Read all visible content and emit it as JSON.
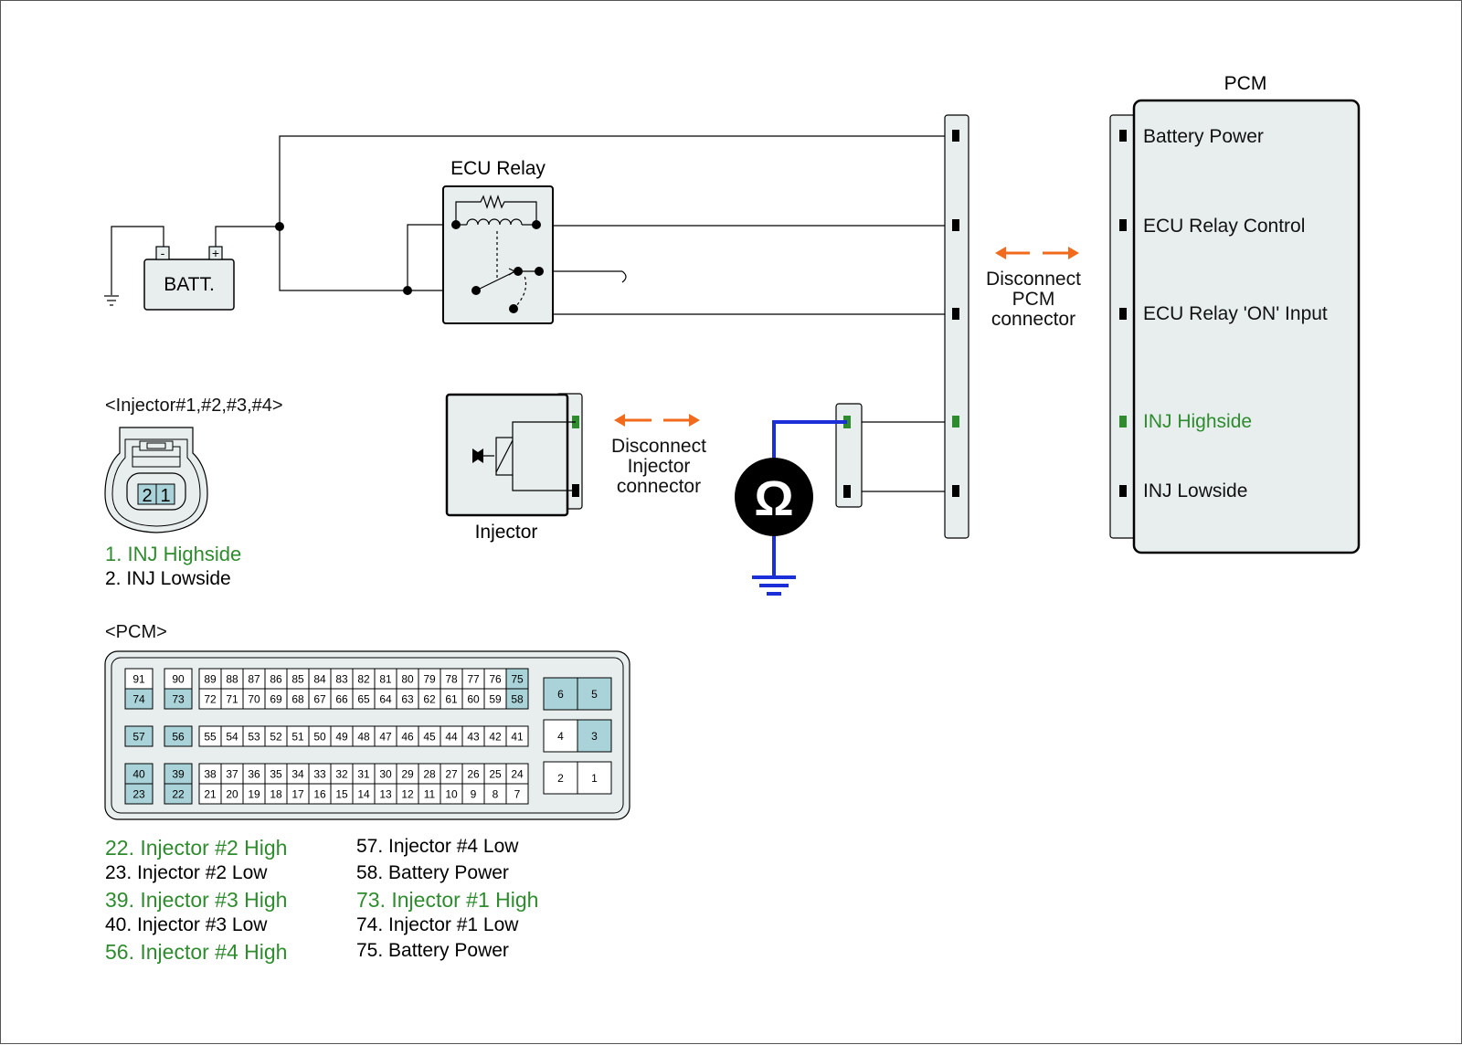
{
  "colors": {
    "wire": "#000000",
    "meter_wire": "#1a2fd8",
    "highlight": "#2e8b2e",
    "arrow": "#f26a1b",
    "box_fill": "#e8eeee",
    "pin_fill": "#a9d2d9"
  },
  "top": {
    "battery_label": "BATT.",
    "battery_minus": "-",
    "battery_plus": "+",
    "relay_title": "ECU Relay",
    "injector_label": "Injector",
    "disconnect_injector": [
      "Disconnect",
      "Injector",
      "connector"
    ],
    "disconnect_pcm": [
      "Disconnect",
      "PCM",
      "connector"
    ],
    "meter_symbol": "Ω",
    "pcm_title": "PCM",
    "pcm_pins": [
      {
        "label": "Battery Power",
        "highlight": false
      },
      {
        "label": "ECU Relay Control",
        "highlight": false
      },
      {
        "label": "ECU Relay 'ON' Input",
        "highlight": false
      },
      {
        "label": "INJ Highside",
        "highlight": true
      },
      {
        "label": "INJ Lowside",
        "highlight": false
      }
    ]
  },
  "injector_connector": {
    "title": "<Injector#1,#2,#3,#4>",
    "pins": [
      "2",
      "1"
    ],
    "legend": [
      {
        "text": "1. INJ Highside",
        "highlight": true
      },
      {
        "text": "2. INJ Lowside",
        "highlight": false
      }
    ]
  },
  "pcm_connector": {
    "title": "<PCM>",
    "left_singles": [
      {
        "top": "91",
        "bottom": "74",
        "top_hl": false,
        "bottom_hl": true
      },
      {
        "top": "90",
        "bottom": "73",
        "top_hl": false,
        "bottom_hl": true
      },
      {
        "single": "57",
        "hl": true
      },
      {
        "single": "56",
        "hl": true
      },
      {
        "top": "40",
        "bottom": "23",
        "top_hl": true,
        "bottom_hl": true
      },
      {
        "top": "39",
        "bottom": "22",
        "top_hl": true,
        "bottom_hl": true
      }
    ],
    "block1_top": [
      "89",
      "88",
      "87",
      "86",
      "85",
      "84",
      "83",
      "82",
      "81",
      "80",
      "79",
      "78",
      "77",
      "76",
      "75"
    ],
    "block1_bottom": [
      "72",
      "71",
      "70",
      "69",
      "68",
      "67",
      "66",
      "65",
      "64",
      "63",
      "62",
      "61",
      "60",
      "59",
      "58"
    ],
    "block2": [
      "55",
      "54",
      "53",
      "52",
      "51",
      "50",
      "49",
      "48",
      "47",
      "46",
      "45",
      "44",
      "43",
      "42",
      "41"
    ],
    "block3_top": [
      "38",
      "37",
      "36",
      "35",
      "34",
      "33",
      "32",
      "31",
      "30",
      "29",
      "28",
      "27",
      "26",
      "25",
      "24"
    ],
    "block3_bottom": [
      "21",
      "20",
      "19",
      "18",
      "17",
      "16",
      "15",
      "14",
      "13",
      "12",
      "11",
      "10",
      "9",
      "8",
      "7"
    ],
    "highlighted_pins": [
      "75",
      "58"
    ],
    "right_pins": [
      {
        "a": "6",
        "b": "5",
        "a_hl": true,
        "b_hl": true
      },
      {
        "a": "4",
        "b": "3",
        "a_hl": false,
        "b_hl": true
      },
      {
        "a": "2",
        "b": "1",
        "a_hl": false,
        "b_hl": false
      }
    ],
    "legend_left": [
      {
        "text": "22. Injector #2 High",
        "highlight": true
      },
      {
        "text": "23. Injector #2 Low",
        "highlight": false
      },
      {
        "text": "39. Injector #3 High",
        "highlight": true
      },
      {
        "text": "40. Injector #3 Low",
        "highlight": false
      },
      {
        "text": "56. Injector #4 High",
        "highlight": true
      }
    ],
    "legend_right": [
      {
        "text": "57. Injector #4 Low",
        "highlight": false
      },
      {
        "text": "58. Battery Power",
        "highlight": false
      },
      {
        "text": "73. Injector #1 High",
        "highlight": true
      },
      {
        "text": "74. Injector #1 Low",
        "highlight": false
      },
      {
        "text": "75. Battery Power",
        "highlight": false
      }
    ]
  }
}
